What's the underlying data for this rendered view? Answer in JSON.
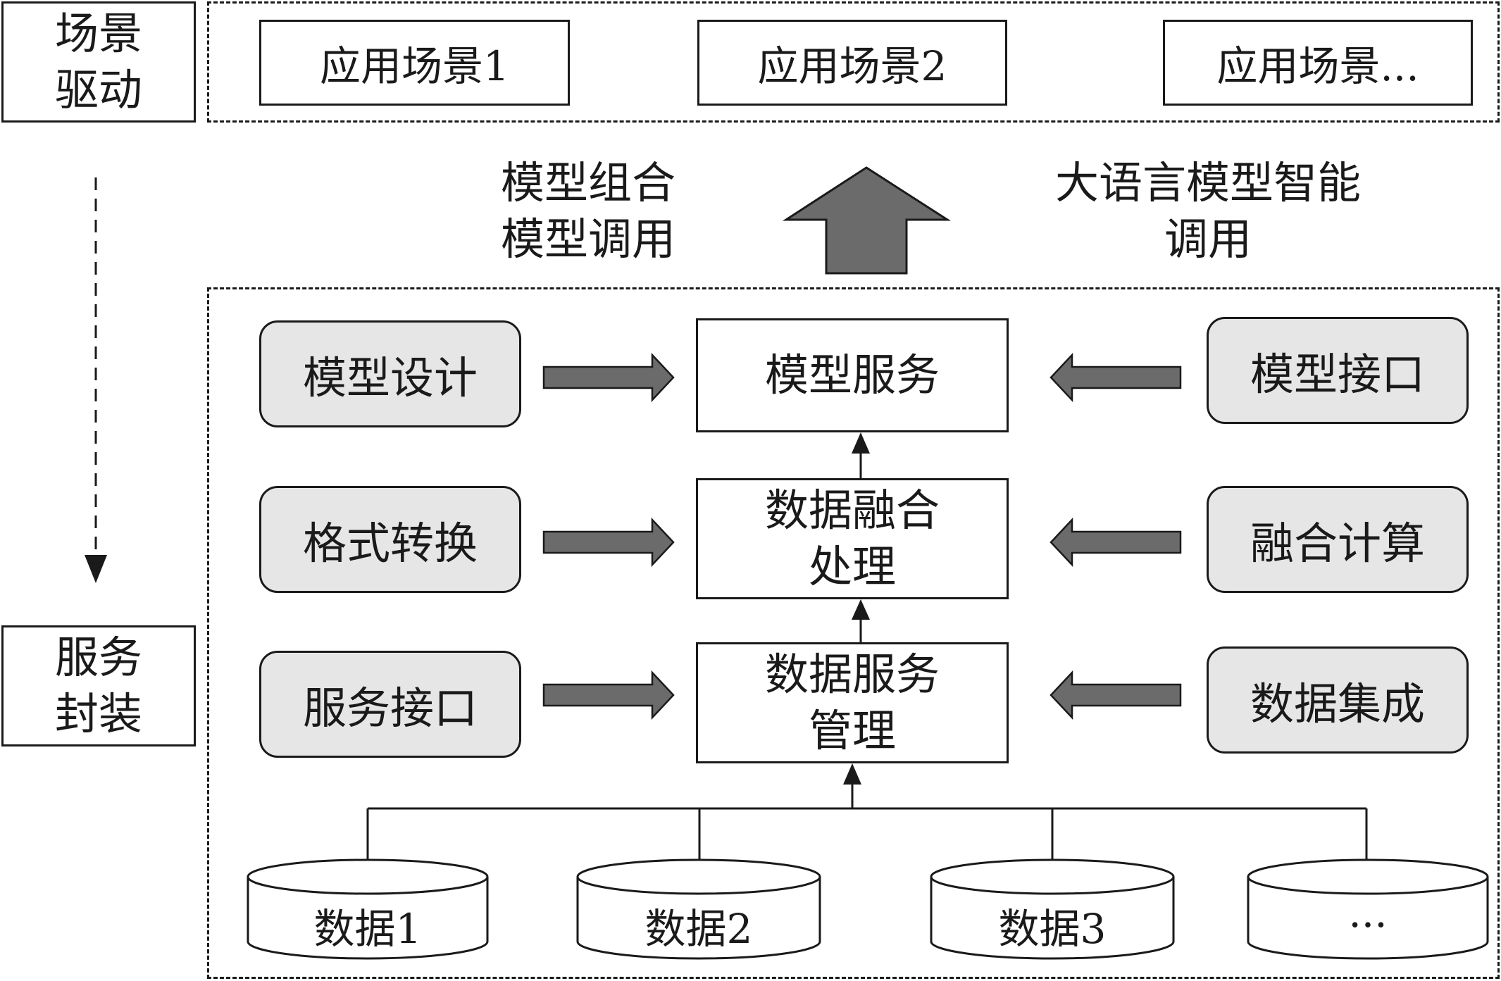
{
  "side_labels": {
    "scene_driven": "场景\n驱动",
    "service_packaging": "服务\n封装"
  },
  "scenarios": [
    "应用场景1",
    "应用场景2",
    "应用场景..."
  ],
  "middle_labels": {
    "left": "模型组合\n模型调用",
    "right": "大语言模型智能\n调用"
  },
  "center_boxes": {
    "model_service": "模型服务",
    "fusion": "数据融合\n处理",
    "data_service": "数据服务\n管理"
  },
  "left_inputs": [
    "模型设计",
    "格式转换",
    "服务接口"
  ],
  "right_inputs": [
    "模型接口",
    "融合计算",
    "数据集成"
  ],
  "data_sources": [
    "数据1",
    "数据2",
    "数据3",
    "..."
  ],
  "colors": {
    "arrow_fill": "#6b6b6b",
    "box_fill": "#e6e6e6",
    "line": "#1a1a1a"
  }
}
